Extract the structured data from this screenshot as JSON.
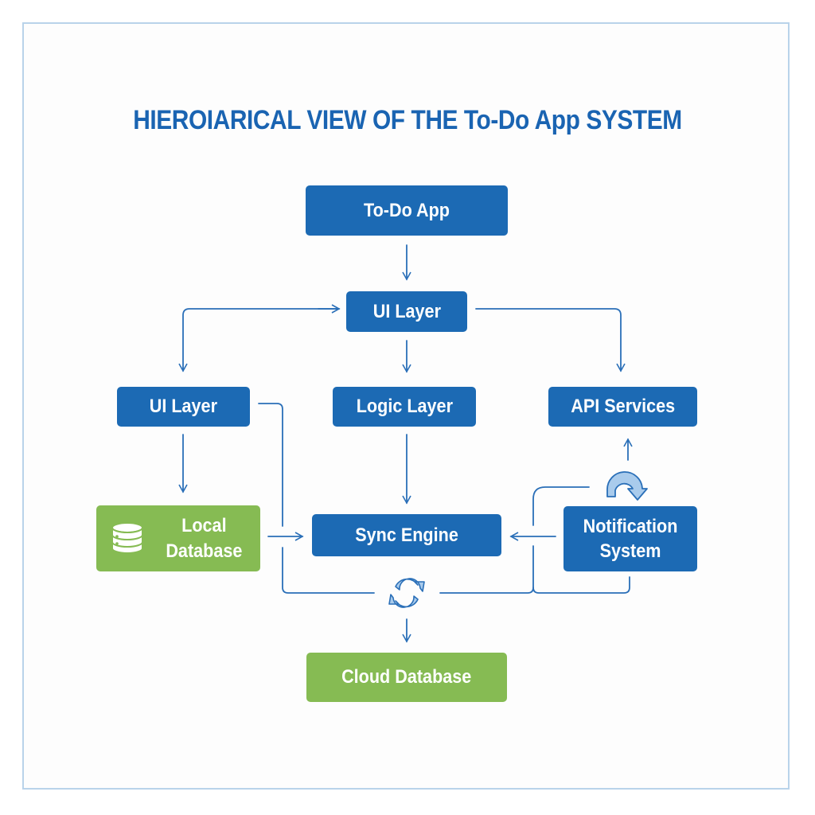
{
  "title": "HIEROIARICAL VIEW OF THE To-Do App SYSTEM",
  "colors": {
    "primary_blue": "#1c6ab4",
    "accent_green": "#86bb53",
    "title_blue": "#1a64b2",
    "line_blue": "#2a6fb8",
    "icon_fill": "#a9cbec",
    "frame_border": "#b9d3ea"
  },
  "nodes": {
    "todo_app": {
      "label": "To-Do App",
      "color": "blue"
    },
    "ui_layer_top": {
      "label": "UI Layer",
      "color": "blue"
    },
    "ui_layer_left": {
      "label": "UI Layer",
      "color": "blue"
    },
    "logic_layer": {
      "label": "Logic Layer",
      "color": "blue"
    },
    "api_services": {
      "label": "API Services",
      "color": "blue"
    },
    "local_database": {
      "label_line1": "Local",
      "label_line2": "Database",
      "color": "green",
      "icon": "database-icon"
    },
    "sync_engine": {
      "label": "Sync Engine",
      "color": "blue"
    },
    "notification_system": {
      "label_line1": "Notification",
      "label_line2": "System",
      "color": "blue"
    },
    "cloud_database": {
      "label": "Cloud Database",
      "color": "green"
    }
  },
  "edges": [
    {
      "from": "To-Do App",
      "to": "UI Layer (top)"
    },
    {
      "from": "UI Layer (top)",
      "to": "UI Layer (left)"
    },
    {
      "from": "UI Layer (top)",
      "to": "Logic Layer"
    },
    {
      "from": "UI Layer (top)",
      "to": "API Services"
    },
    {
      "from": "UI Layer (left)",
      "to": "Local Database"
    },
    {
      "from": "Local Database",
      "to": "Sync Engine"
    },
    {
      "from": "Logic Layer",
      "to": "Sync Engine"
    },
    {
      "from": "Notification System",
      "to": "Sync Engine"
    },
    {
      "from": "Notification System",
      "to": "API Services"
    },
    {
      "from": "Sync Engine",
      "to": "Cloud Database",
      "icon": "sync-icon"
    }
  ],
  "icons": [
    "database-icon",
    "sync-icon",
    "curved-arrow-icon"
  ]
}
